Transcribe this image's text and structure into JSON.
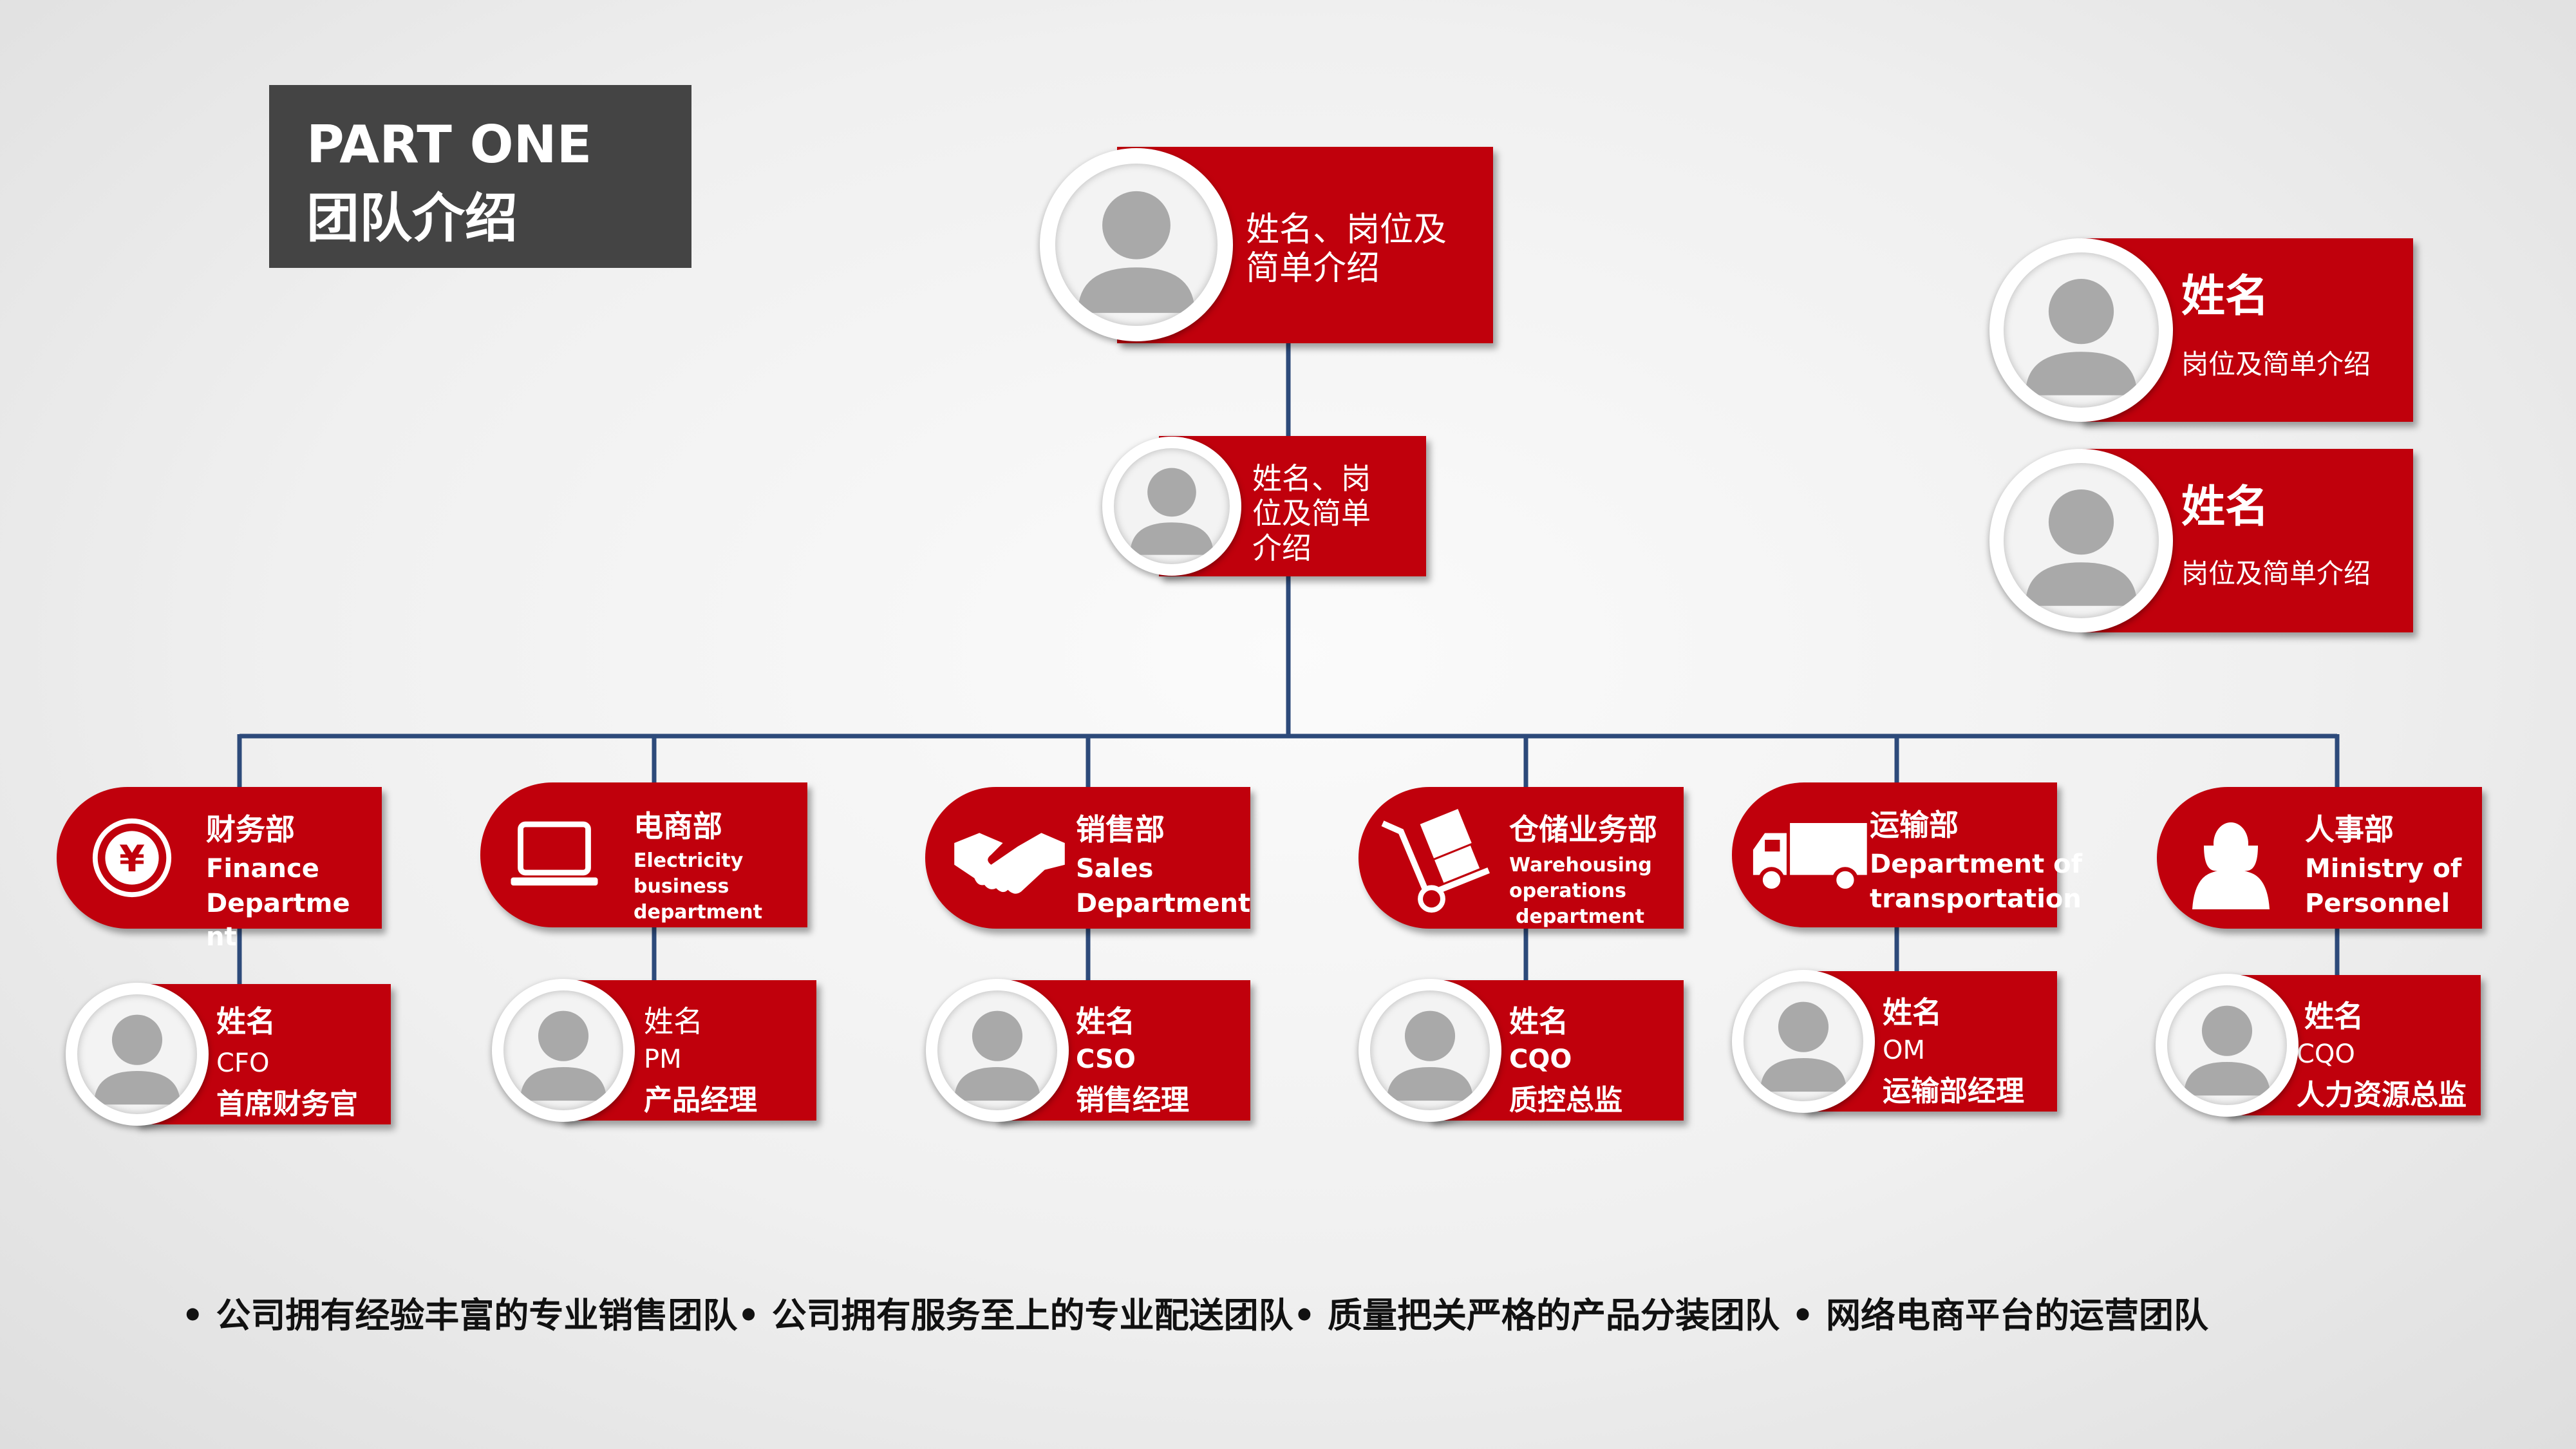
{
  "header": {
    "line1": "PART ONE",
    "line2": "团队介绍"
  },
  "top": {
    "text_line1": "姓名、岗位及",
    "text_line2": "简单介绍"
  },
  "second": {
    "text_line1": "姓名、岗",
    "text_line2": "位及简单",
    "text_line3": "介绍"
  },
  "side": [
    {
      "name": "姓名",
      "desc": "岗位及简单介绍"
    },
    {
      "name": "姓名",
      "desc": "岗位及简单介绍"
    }
  ],
  "departments": [
    {
      "title": "财务部",
      "line1": "Finance",
      "line2": "Departme",
      "line3": "nt",
      "icon": "yen-icon"
    },
    {
      "title": "电商部",
      "line1": "Electricity",
      "line2": "business",
      "line3": "department",
      "icon": "laptop-icon"
    },
    {
      "title": "销售部",
      "line1": "Sales",
      "line2": "Department",
      "line3": "",
      "icon": "handshake-icon"
    },
    {
      "title": "仓储业务部",
      "line1": "Warehousing",
      "line2": "operations",
      "line3": "department",
      "icon": "hand-truck-icon"
    },
    {
      "title": "运输部",
      "line1": "Department of",
      "line2": "transportation",
      "line3": "",
      "icon": "truck-icon"
    },
    {
      "title": "人事部",
      "line1": "Ministry of",
      "line2": "Personnel",
      "line3": "",
      "icon": "person-icon"
    }
  ],
  "staff": [
    {
      "name": "姓名",
      "code": "CFO",
      "role": "首席财务官"
    },
    {
      "name": "姓名",
      "code": "PM",
      "role": "产品经理"
    },
    {
      "name": "姓名",
      "code": "CSO",
      "role": "销售经理"
    },
    {
      "name": "姓名",
      "code": "CQO",
      "role": "质控总监"
    },
    {
      "name": "姓名",
      "code": "OM",
      "role": "运输部经理"
    },
    {
      "name": "姓名",
      "code": "CQO",
      "role": "人力资源总监"
    }
  ],
  "footer": {
    "text": "• 公司拥有经验丰富的专业销售团队• 公司拥有服务至上的专业配送团队• 质量把关严格的产品分装团队 • 网络电商平台的运营团队"
  },
  "colors": {
    "accent": "#c0000c",
    "header_bg": "#444444",
    "connector": "#2d4a7a",
    "avatar": "#a9a9a9"
  }
}
